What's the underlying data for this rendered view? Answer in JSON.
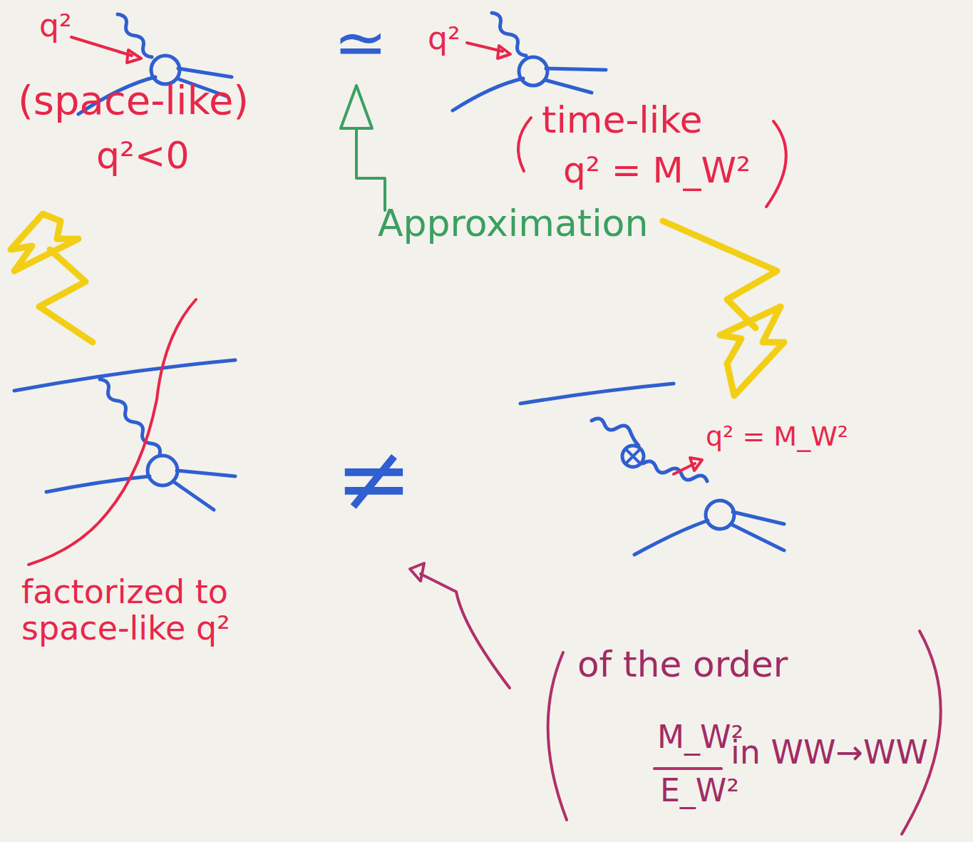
{
  "diagram": {
    "labels": [
      "q²",
      "(space-like)",
      "q²<0",
      "≃",
      "q²",
      "time-like",
      "q² = M_W²",
      "Approximation",
      "≠",
      "factorized to space-like q²",
      "q² = M_W²",
      "of the order",
      "M_W²",
      "E_W²",
      "in WW→WW"
    ]
  }
}
